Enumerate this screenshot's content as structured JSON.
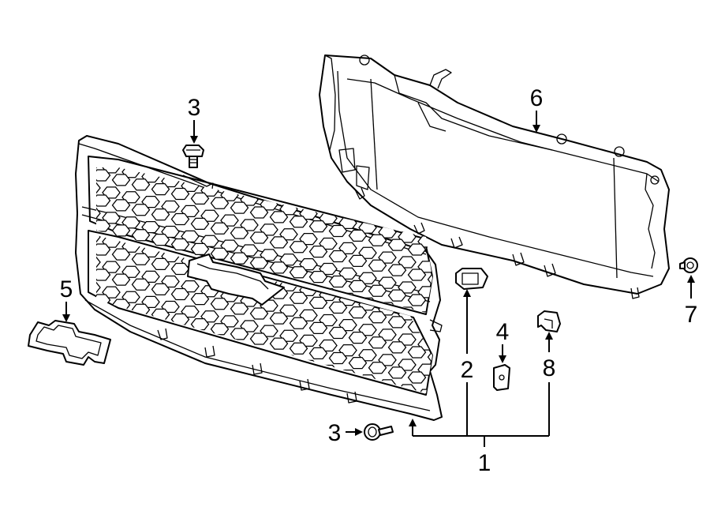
{
  "callouts": {
    "c1": "1",
    "c2": "2",
    "c3a": "3",
    "c3b": "3",
    "c4": "4",
    "c5": "5",
    "c6": "6",
    "c7": "7",
    "c8": "8"
  }
}
